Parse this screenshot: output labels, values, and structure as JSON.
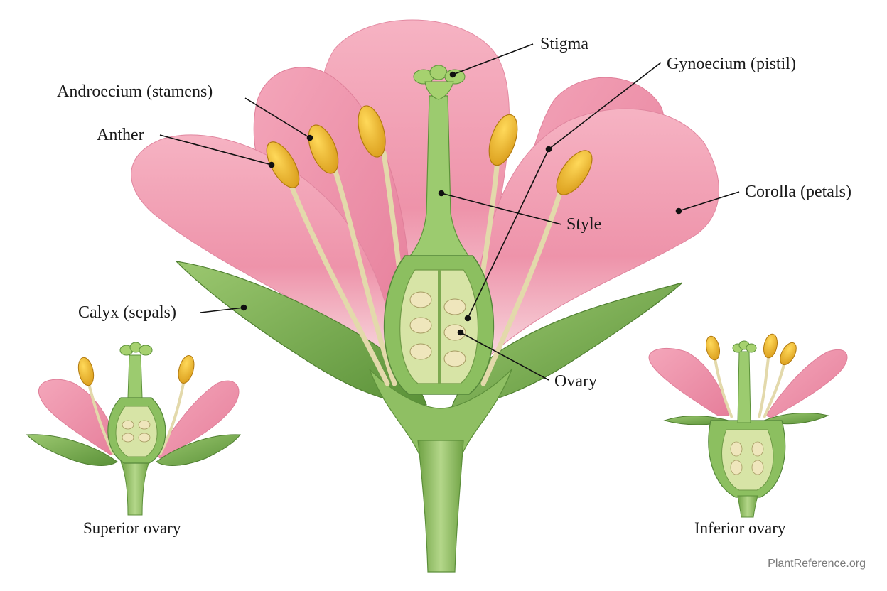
{
  "labels": {
    "stigma": "Stigma",
    "gynoecium": "Gynoecium (pistil)",
    "androecium": "Androecium (stamens)",
    "anther": "Anther",
    "corolla": "Corolla (petals)",
    "style": "Style",
    "calyx": "Calyx (sepals)",
    "ovary": "Ovary"
  },
  "captions": {
    "superior": "Superior ovary",
    "inferior": "Inferior ovary"
  },
  "credit": "PlantReference.org",
  "colors": {
    "petal": "#f0a0b4",
    "petal_dark": "#e27a96",
    "sepal": "#6fa64a",
    "stem": "#8cbc62",
    "anther": "#e8b32c",
    "filament": "#e9e0b8",
    "ovule": "#efe6bc",
    "leader_line": "#111111"
  }
}
